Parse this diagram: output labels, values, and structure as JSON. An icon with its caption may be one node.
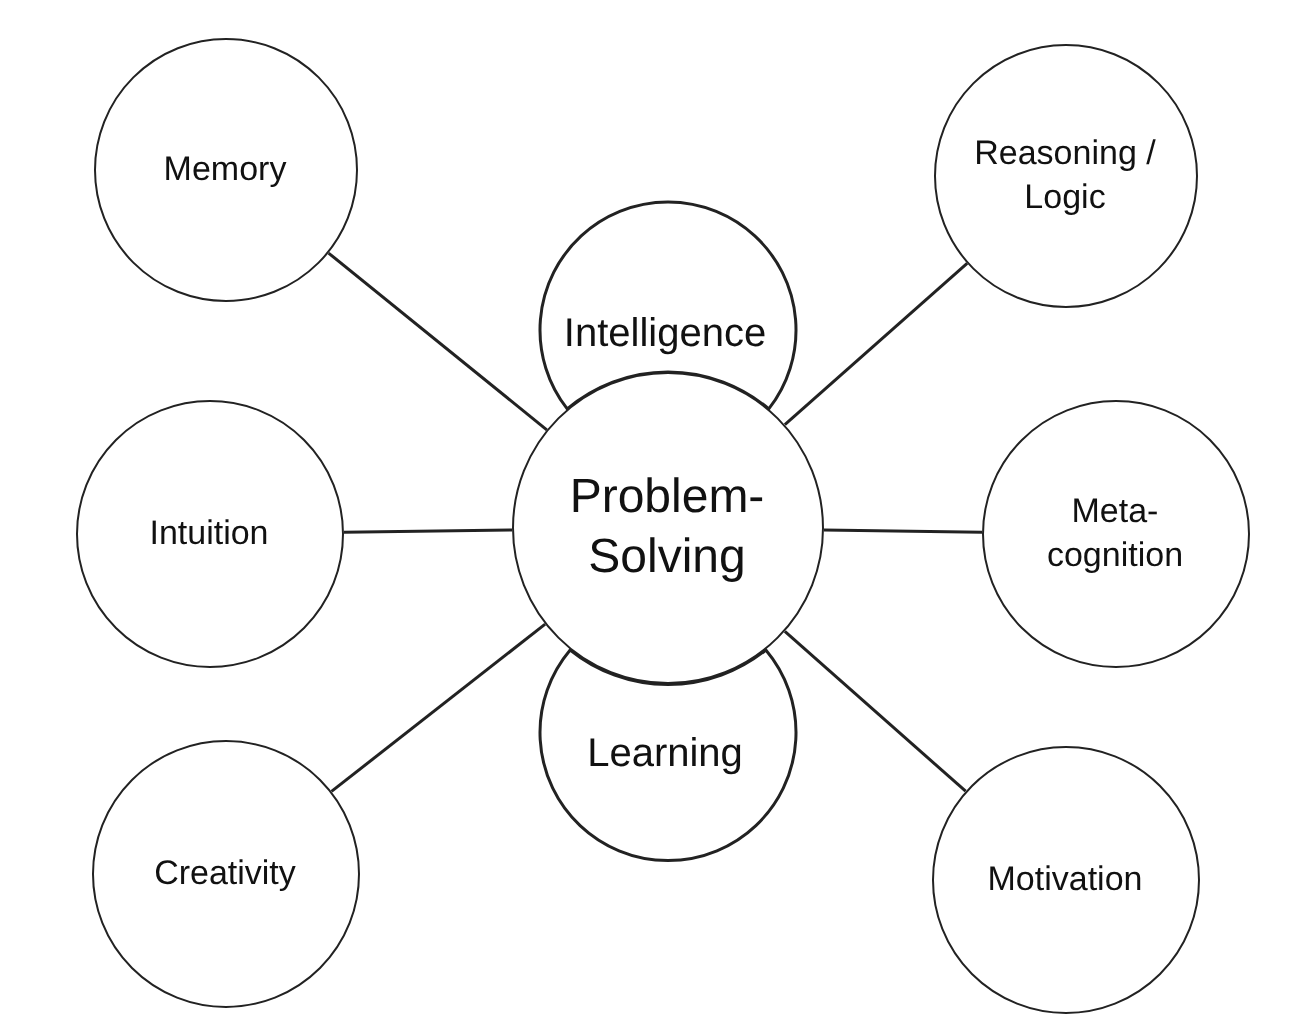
{
  "diagram": {
    "nodes": [
      {
        "text": [
          "Memory"
        ]
      },
      {
        "text": [
          "Reasoning / Logic"
        ]
      },
      {
        "text": [
          "Intelligence"
        ]
      },
      {
        "text": [
          "Intuition"
        ]
      },
      {
        "text": [
          "Problem- Solving"
        ]
      },
      {
        "text": [
          "Meta- cognition"
        ]
      },
      {
        "text": [
          "Learning"
        ]
      },
      {
        "text": [
          "Creativity"
        ]
      },
      {
        "text": [
          "Motivation"
        ]
      }
    ],
    "edges": [
      {
        "from": 4,
        "to": 0,
        "arrow": "none"
      },
      {
        "from": 4,
        "to": 1,
        "arrow": "none"
      },
      {
        "from": 4,
        "to": 3,
        "arrow": "none"
      },
      {
        "from": 4,
        "to": 5,
        "arrow": "none"
      },
      {
        "from": 4,
        "to": 7,
        "arrow": "none"
      },
      {
        "from": 4,
        "to": 8,
        "arrow": "none"
      }
    ]
  }
}
